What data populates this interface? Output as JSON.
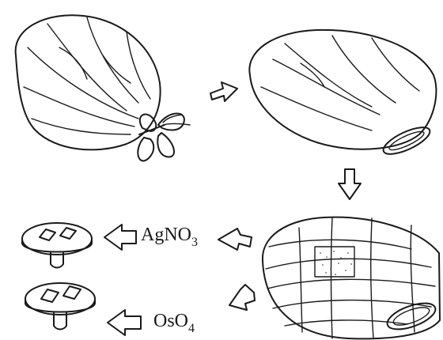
{
  "labels": {
    "silver_nitrate": "AgNO",
    "silver_nitrate_sub": "3",
    "osmium_tetroxide": "OsO",
    "osmium_tetroxide_sub": "4"
  },
  "colors": {
    "ink": "#1a1a1a",
    "background": "#ffffff"
  }
}
